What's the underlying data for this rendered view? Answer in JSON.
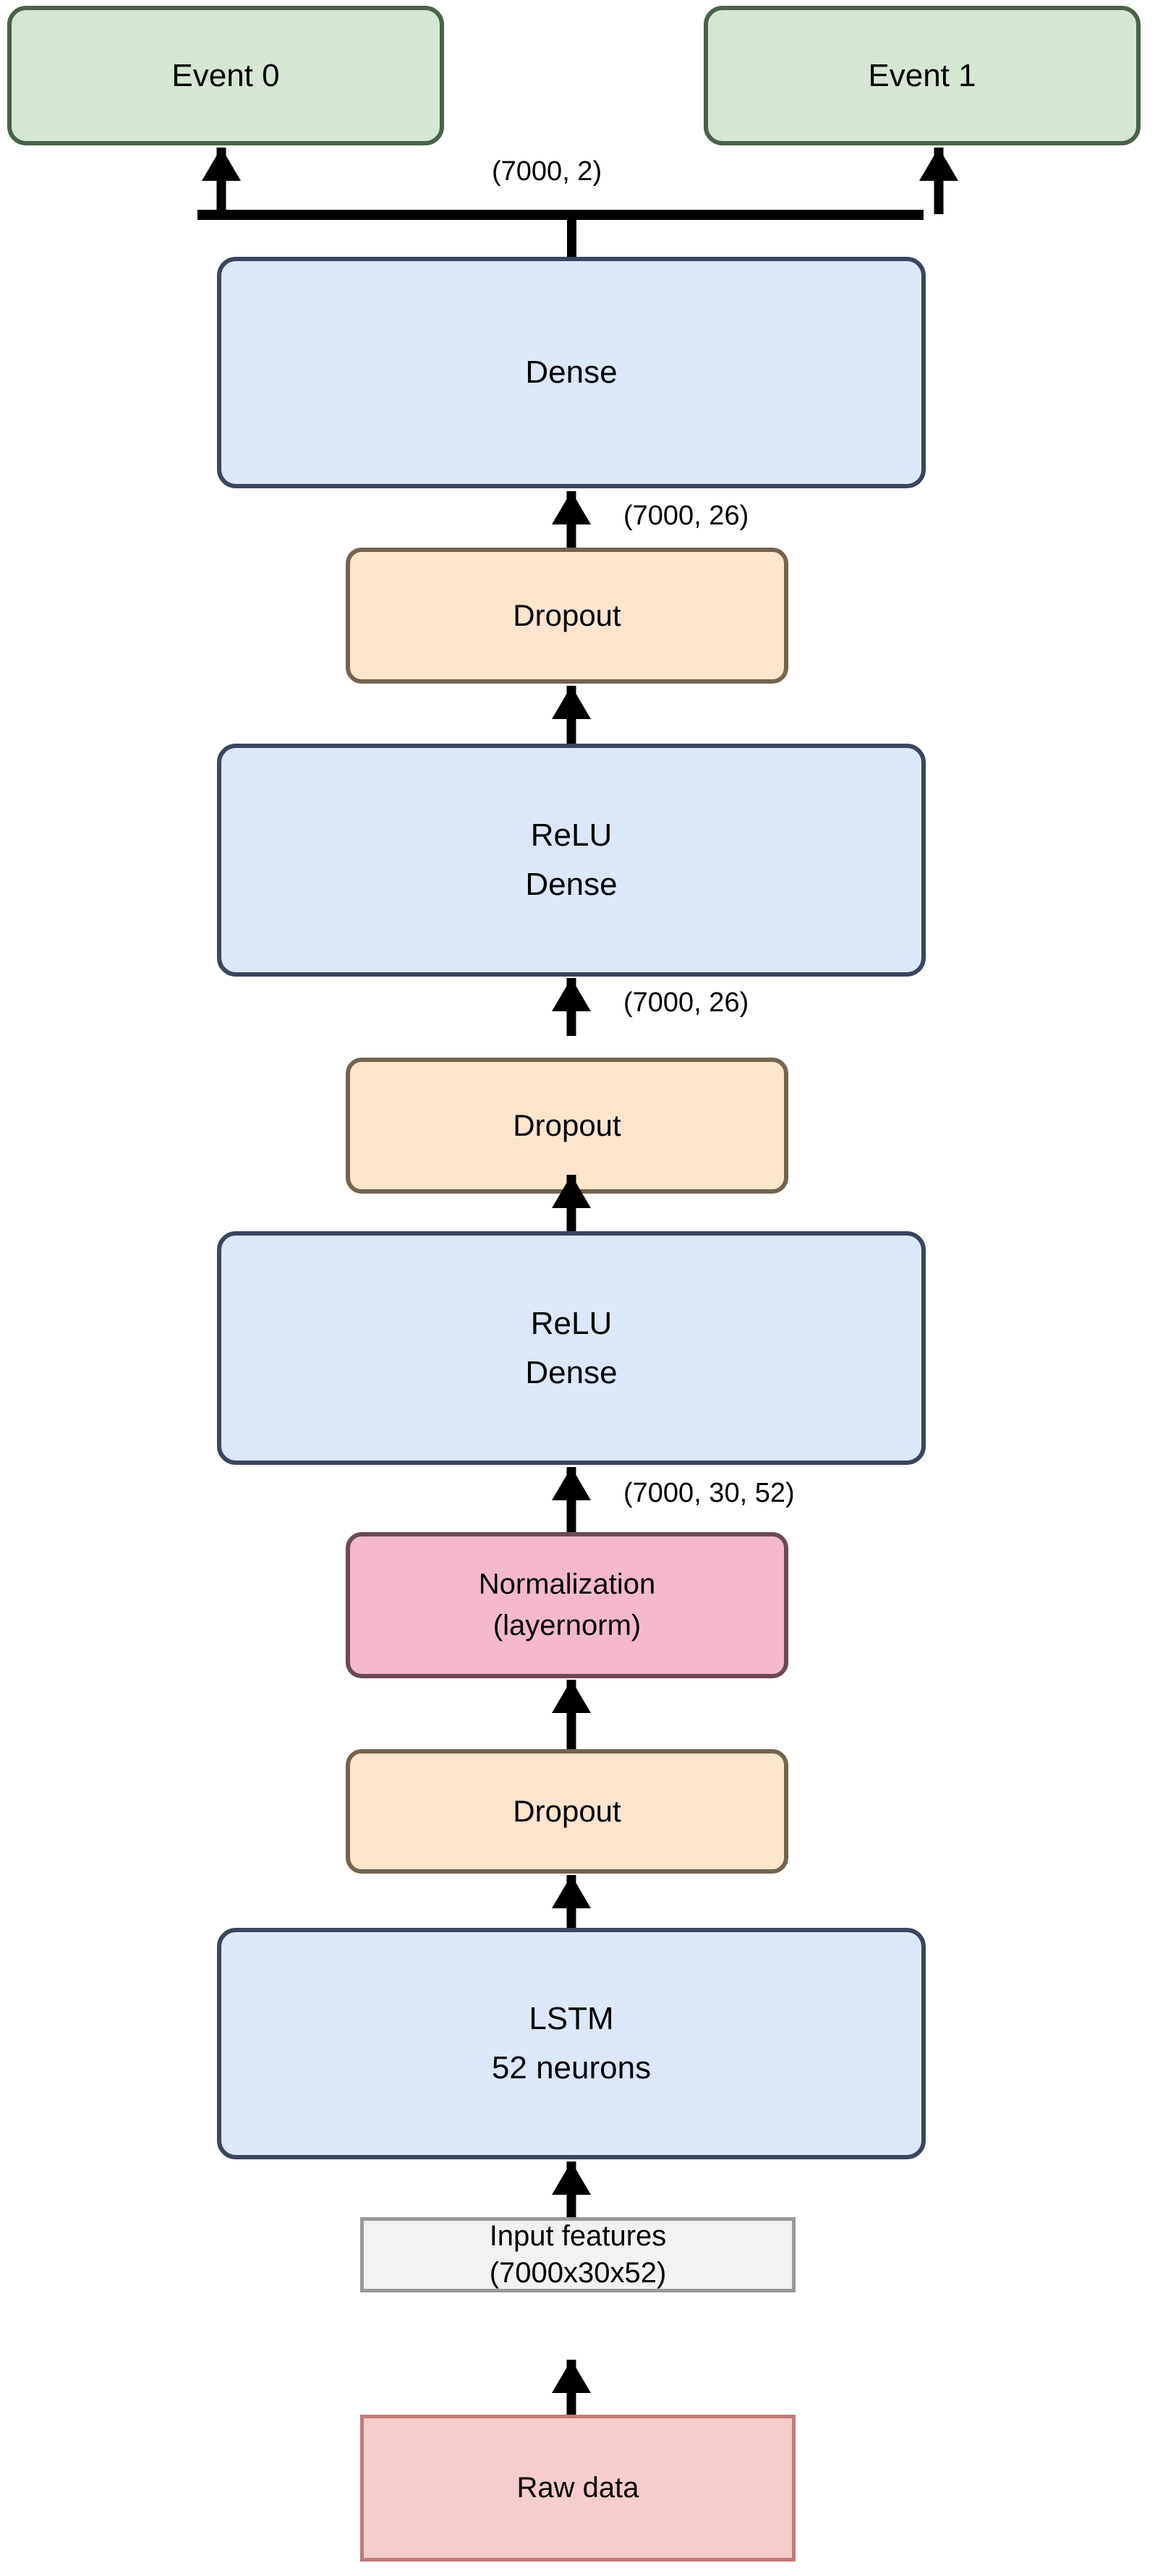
{
  "diagram": {
    "title": "LSTM neural network architecture flowchart",
    "orientation": "bottom-to-top",
    "colors": {
      "output_fill": "#d5e6d3",
      "output_border": "#4a6349",
      "layer_fill": "#dce7f8",
      "layer_border": "#3a465c",
      "dropout_fill": "#fce4cd",
      "dropout_border": "#756350",
      "norm_fill": "#f5b8cf",
      "norm_border": "#6b4a52",
      "input_fill": "#f2f2f2",
      "input_border": "#999999",
      "raw_fill": "#f7cccc",
      "raw_border": "#c07a7a",
      "arrow": "#000000"
    }
  },
  "nodes": {
    "event0": {
      "label": "Event 0"
    },
    "event1": {
      "label": "Event 1"
    },
    "dense_out": {
      "label": "Dense"
    },
    "dropout_3": {
      "label": "Dropout"
    },
    "relu_dense_2": {
      "line1": "ReLU",
      "line2": "Dense"
    },
    "dropout_2": {
      "label": "Dropout"
    },
    "relu_dense_1": {
      "line1": "ReLU",
      "line2": "Dense"
    },
    "normalization": {
      "line1": "Normalization",
      "line2": "(layernorm)"
    },
    "dropout_1": {
      "label": "Dropout"
    },
    "lstm": {
      "line1": "LSTM",
      "line2": "52 neurons"
    },
    "input_features": {
      "line1": "Input features",
      "line2": "(7000x30x52)"
    },
    "raw_data": {
      "label": "Raw data"
    }
  },
  "edge_labels": {
    "to_events": "(7000, 2)",
    "to_dense_out": "(7000, 26)",
    "to_relu_dense_2": "(7000, 26)",
    "to_relu_dense_1": "(7000, 30, 52)"
  }
}
